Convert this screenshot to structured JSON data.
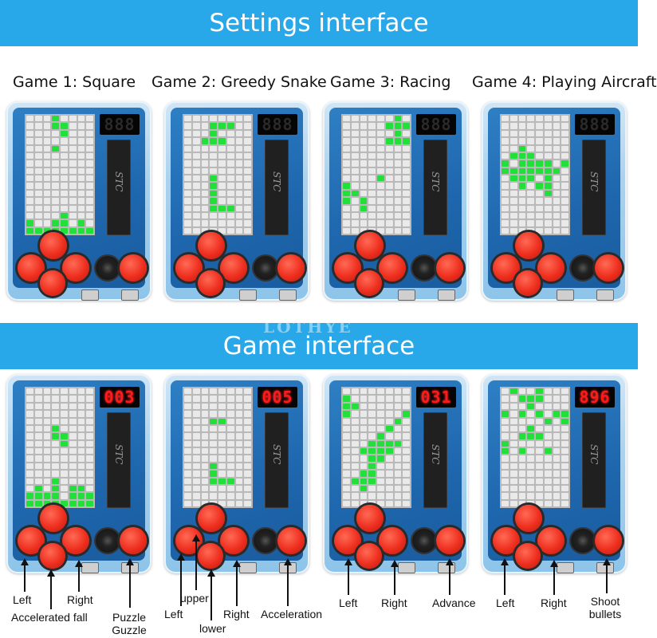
{
  "banners": {
    "settings": "Settings interface",
    "game": "Game interface"
  },
  "watermark": "LOTHYE",
  "games": [
    {
      "title": "Game 1: Square"
    },
    {
      "title": "Game 2: Greedy Snake"
    },
    {
      "title": "Game 3: Racing"
    },
    {
      "title": "Game 4: Playing Aircraft"
    }
  ],
  "settings_displays": [
    "888",
    "888",
    "888",
    "888"
  ],
  "game_displays": [
    "003",
    "005",
    "031",
    "896"
  ],
  "chip_label": "STC",
  "controls": {
    "game1": {
      "left": "Left",
      "accelerated_fall": "Accelerated fall",
      "right": "Right",
      "puzzle": "Puzzle Guzzle"
    },
    "game2": {
      "left": "Left",
      "upper": "upper",
      "lower": "lower",
      "right": "Right",
      "acceleration": "Acceleration"
    },
    "game3": {
      "left": "Left",
      "right": "Right",
      "advance": "Advance"
    },
    "game4": {
      "left": "Left",
      "right": "Right",
      "shoot": "Shoot bullets"
    }
  },
  "colors": {
    "banner": "#28a8e8",
    "led_on": "#22e03a",
    "segment_lit": "#ff1a1a",
    "button": "#ee2e1e"
  },
  "matrix_patterns": {
    "settings": [
      [
        "00010000",
        "00011000",
        "00001000",
        "00000000",
        "00010000",
        "00000000",
        "00000000",
        "00000000",
        "00000000",
        "00000000",
        "00000000",
        "00000000",
        "00000000",
        "00001000",
        "10011010",
        "11111111"
      ],
      [
        "00000000",
        "00011100",
        "00010000",
        "00111000",
        "00000000",
        "00000000",
        "00000000",
        "00000000",
        "00010000",
        "00010000",
        "00010000",
        "00010000",
        "00011100",
        "00000000",
        "00000000",
        "00000000"
      ],
      [
        "00000010",
        "00000111",
        "00000010",
        "00000111",
        "00000000",
        "00000000",
        "00000000",
        "00000000",
        "00001000",
        "10000000",
        "11000000",
        "10100000",
        "00100000",
        "00000000",
        "00000000",
        "00000000"
      ],
      [
        "00000000",
        "00000000",
        "00000000",
        "00000000",
        "00100000",
        "01110000",
        "10111101",
        "11111110",
        "01110100",
        "00101100",
        "00000100",
        "00000000",
        "00000000",
        "00000000",
        "00000000",
        "00000000"
      ]
    ],
    "game": [
      [
        "00000000",
        "00000000",
        "00000000",
        "00000000",
        "00000000",
        "00010000",
        "00011000",
        "00001000",
        "00000000",
        "00000000",
        "00000000",
        "00000000",
        "00010000",
        "01010110",
        "11110111",
        "11111111"
      ],
      [
        "00000000",
        "00000000",
        "00000000",
        "00000000",
        "00011000",
        "00000000",
        "00000000",
        "00000000",
        "00000000",
        "00000000",
        "00010000",
        "00010000",
        "00011100",
        "00000000",
        "00000000",
        "00000000"
      ],
      [
        "00000000",
        "10000000",
        "11000000",
        "10000001",
        "00000010",
        "00000100",
        "00001000",
        "00011110",
        "00111100",
        "00011000",
        "00010000",
        "00110000",
        "01110000",
        "00100000",
        "00000000",
        "00000000"
      ],
      [
        "01001000",
        "00111000",
        "00010000",
        "10101011",
        "00000101",
        "00010000",
        "00111000",
        "10000000",
        "10100100",
        "00000000",
        "00000000",
        "00000000",
        "00000000",
        "00000000",
        "00000000",
        "00000000"
      ]
    ]
  }
}
